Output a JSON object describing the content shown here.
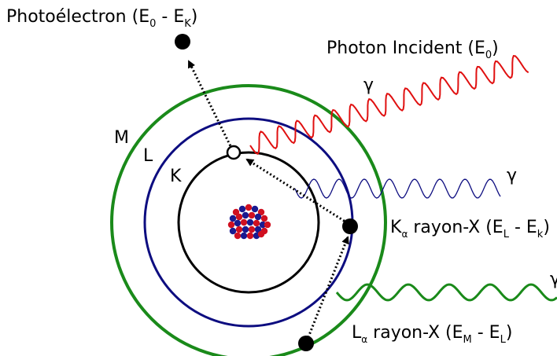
{
  "labels": {
    "photoelectron": {
      "main": "Photoélectron (E",
      "sub1": "0",
      "mid": " - E",
      "sub2": "K",
      "end": ")"
    },
    "incident": {
      "main": "Photon Incident (E",
      "sub1": "0",
      "end": ")"
    },
    "ka": {
      "main": "K",
      "sub_a": "α",
      "text": " rayon-X (E",
      "sub1": "L",
      "mid": " - E",
      "sub2": "k",
      "end": ")"
    },
    "la": {
      "main": "L",
      "sub_a": "α",
      "text": " rayon-X (E",
      "sub1": "M",
      "mid": " - E",
      "sub2": "L",
      "end": ")"
    },
    "shell_m": "M",
    "shell_l": "L",
    "shell_k": "K",
    "gamma": "γ"
  },
  "colors": {
    "shell_m": "#1a8a1a",
    "shell_l": "#0d0d80",
    "shell_k": "#000000",
    "incident_wave": "#e01010",
    "ka_wave": "#0d0d80",
    "la_wave": "#1a8a1a",
    "gamma_red": "#e01010",
    "gamma_blue": "#1a1aa0",
    "gamma_green": "#1a8a1a",
    "nucleus_red": "#d01020",
    "nucleus_blue": "#1a1a90"
  }
}
